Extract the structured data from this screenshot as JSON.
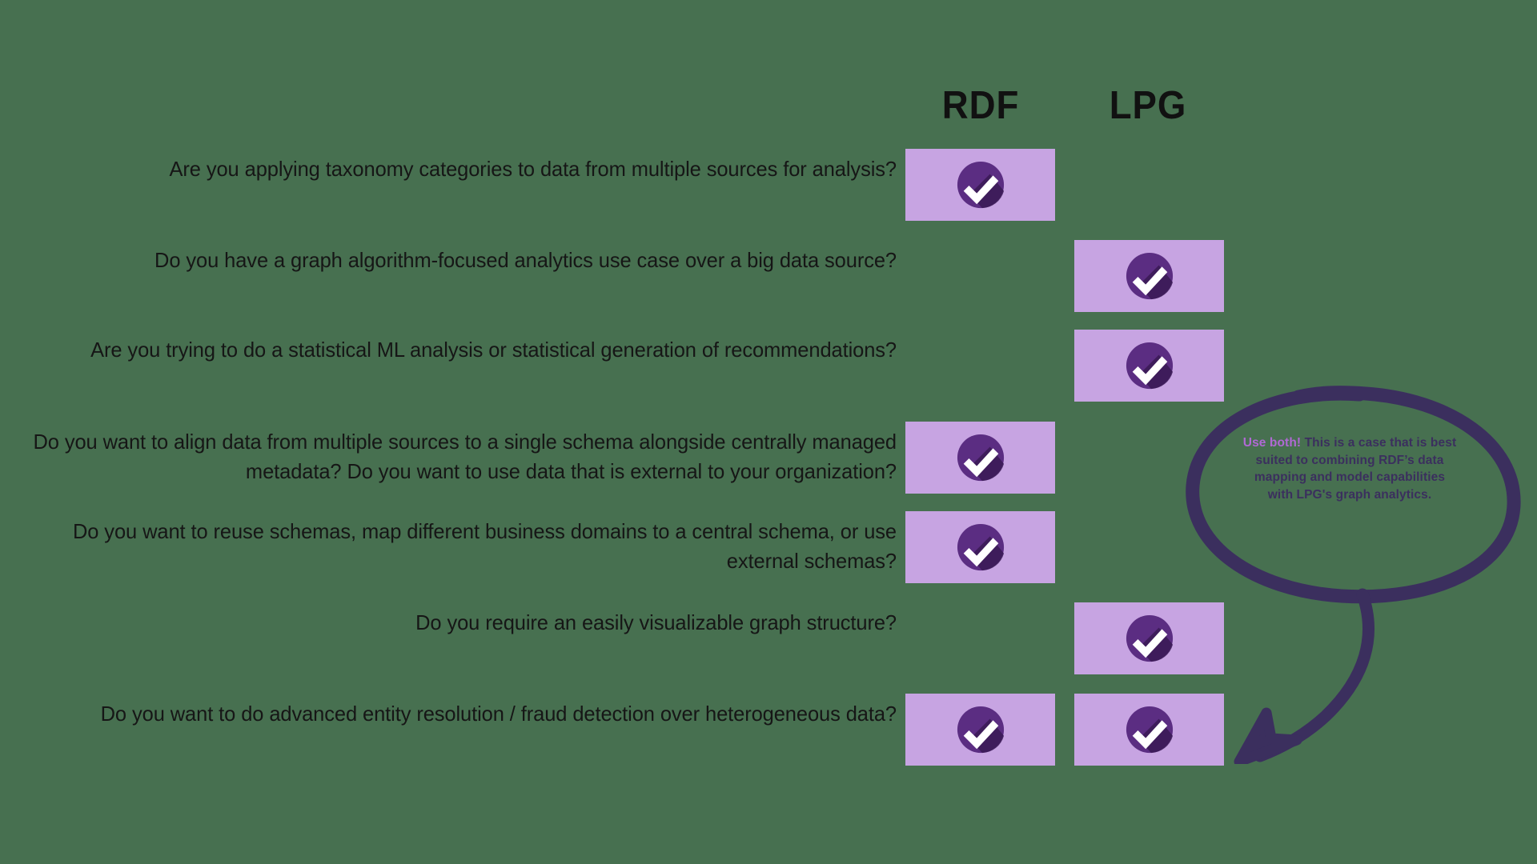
{
  "meta": {
    "title": "RDF vs LPG decision matrix",
    "background_color": "#477050"
  },
  "columns": [
    {
      "key": "rdf",
      "label": "RDF"
    },
    {
      "key": "lpg",
      "label": "LPG"
    }
  ],
  "icons": {
    "check": "check-circle-icon",
    "arrow": "curved-arrow-icon",
    "ellipse": "hand-drawn-ellipse-icon"
  },
  "colors": {
    "cell_fill": "#c7a4e2",
    "badge_circle": "#5b2d82",
    "badge_shadow": "#3a1a55",
    "badge_check": "#ffffff",
    "question_text": "#161616",
    "header_text": "#111111",
    "annotation_stroke": "#3b2f5e",
    "annotation_text": "#3b2f5e",
    "annotation_highlight": "#b069d4"
  },
  "rows": [
    {
      "question": "Are you applying taxonomy categories to data from multiple sources for analysis?",
      "rdf": true,
      "lpg": false
    },
    {
      "question": "Do you have a graph algorithm-focused analytics use case over a big data source?",
      "rdf": false,
      "lpg": true
    },
    {
      "question": "Are you trying to do a statistical ML analysis or statistical generation of recommendations?",
      "rdf": false,
      "lpg": true
    },
    {
      "question": "Do you want to align data from multiple sources to a single schema alongside centrally managed metadata? Do you want to use data that is external to your organization?",
      "rdf": true,
      "lpg": false
    },
    {
      "question": "Do you want to reuse schemas, map different business domains to a central schema, or use external schemas?",
      "rdf": true,
      "lpg": false
    },
    {
      "question": "Do you require an easily visualizable graph structure?",
      "rdf": false,
      "lpg": true
    },
    {
      "question": "Do you want to do advanced entity resolution / fraud detection over heterogeneous data?",
      "rdf": true,
      "lpg": true
    }
  ],
  "annotation": {
    "highlight": "Use both!",
    "body": " This is a case that is best suited to combining RDF’s data mapping and model capabilities with LPG's graph analytics.",
    "points_to_row": 7
  }
}
